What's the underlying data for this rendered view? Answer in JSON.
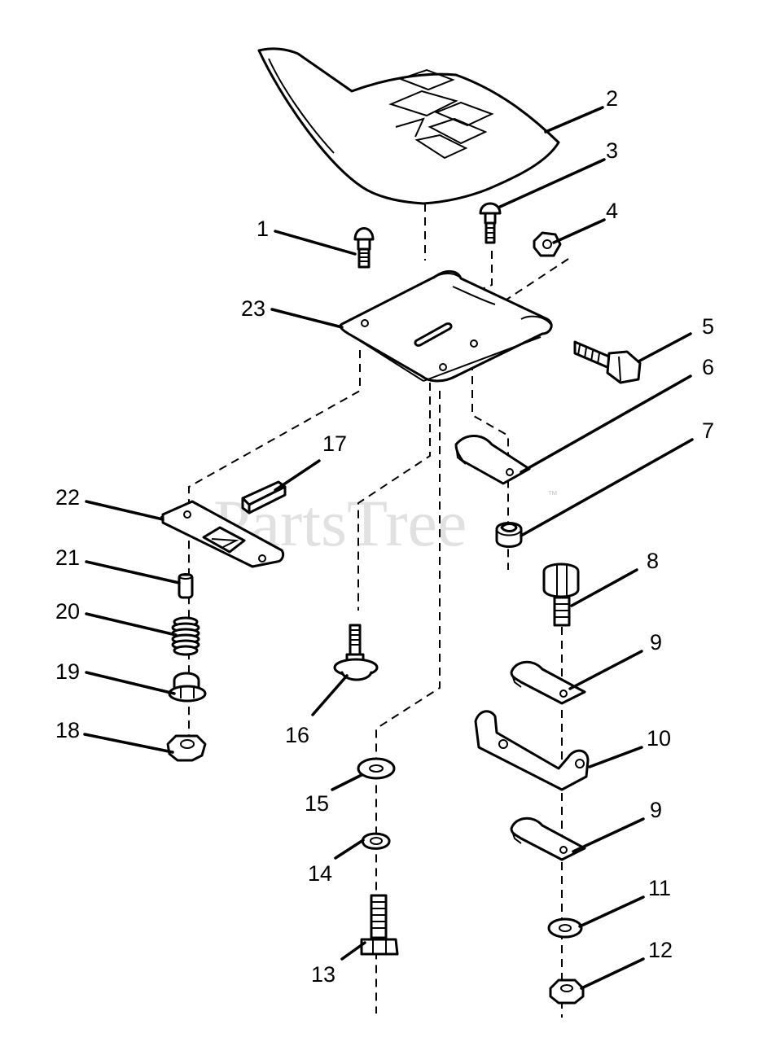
{
  "watermark": {
    "text": "PartsTree",
    "trademark": "™"
  },
  "callouts": {
    "c1": "1",
    "c2": "2",
    "c3": "3",
    "c4": "4",
    "c5": "5",
    "c6": "6",
    "c7": "7",
    "c8": "8",
    "c9a": "9",
    "c9b": "9",
    "c10": "10",
    "c11": "11",
    "c12": "12",
    "c13": "13",
    "c14": "14",
    "c15": "15",
    "c16": "16",
    "c17": "17",
    "c18": "18",
    "c19": "19",
    "c20": "20",
    "c21": "21",
    "c22": "22",
    "c23": "23"
  }
}
